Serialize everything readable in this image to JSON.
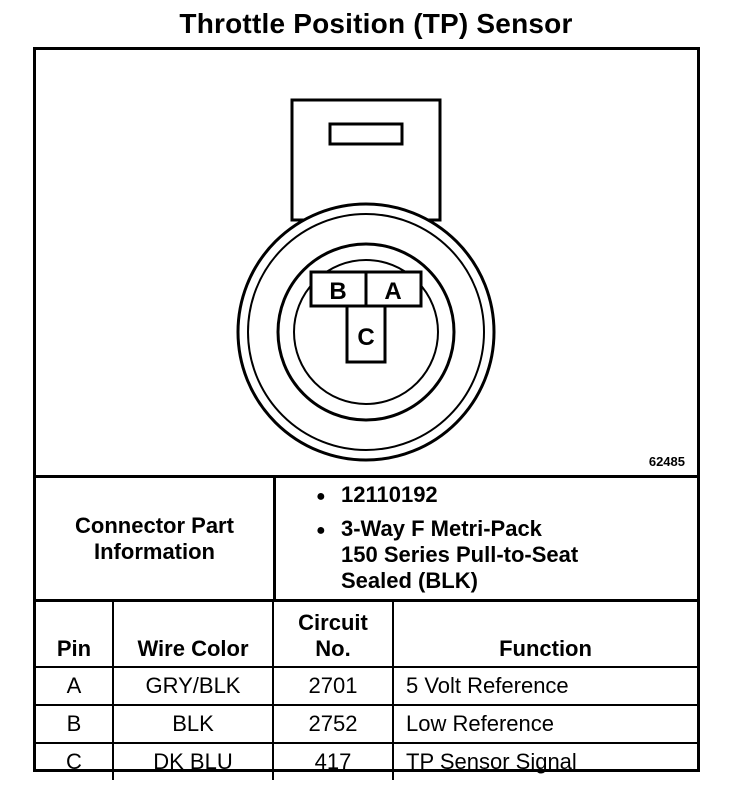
{
  "title": "Throttle Position (TP) Sensor",
  "diagram": {
    "figure_id": "62485",
    "pin_labels": [
      "B",
      "A",
      "C"
    ]
  },
  "connector_part": {
    "label_line1": "Connector Part",
    "label_line2": "Information",
    "part_number": "12110192",
    "desc_line1": "3-Way F Metri-Pack",
    "desc_line2": "150 Series Pull-to-Seat",
    "desc_line3": "Sealed (BLK)"
  },
  "table": {
    "headers": {
      "pin": "Pin",
      "wire_color": "Wire Color",
      "circuit_line1": "Circuit",
      "circuit_line2": "No.",
      "function": "Function"
    },
    "rows": [
      {
        "pin": "A",
        "wire_color": "GRY/BLK",
        "circuit": "2701",
        "function": "5 Volt Reference"
      },
      {
        "pin": "B",
        "wire_color": "BLK",
        "circuit": "2752",
        "function": "Low Reference"
      },
      {
        "pin": "C",
        "wire_color": "DK BLU",
        "circuit": "417",
        "function": "TP Sensor Signal"
      }
    ]
  }
}
